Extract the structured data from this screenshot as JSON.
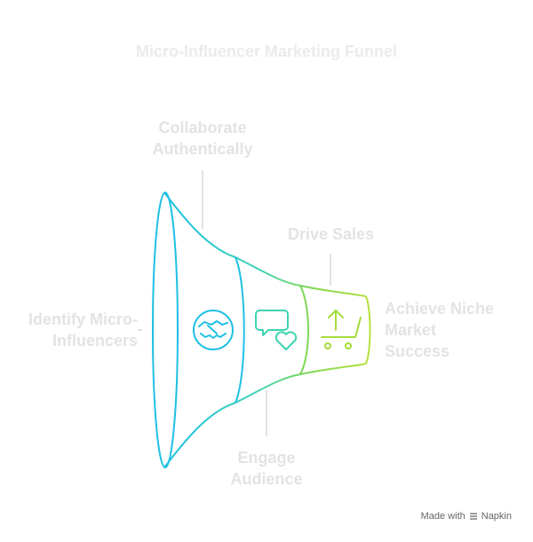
{
  "title": "Micro-Influencer Marketing Funnel",
  "stages": [
    {
      "id": "identify",
      "lines": [
        "Identify Micro-",
        "Influencers"
      ],
      "icon": "handshake-icon",
      "color": "#1ec0e4"
    },
    {
      "id": "collaborate",
      "lines": [
        "Collaborate",
        "Authentically"
      ],
      "icon": "none"
    },
    {
      "id": "engage",
      "lines": [
        "Engage",
        "Audience"
      ],
      "icon": "chat-heart-icon",
      "color": "#3fd3b0"
    },
    {
      "id": "drive",
      "lines": [
        "Drive Sales"
      ],
      "icon": "none"
    },
    {
      "id": "achieve",
      "lines": [
        "Achieve Niche",
        "Market",
        "Success"
      ],
      "icon": "cart-upload-icon",
      "color": "#a5dc3c"
    }
  ],
  "colors": {
    "cyan": "#1ec0e4",
    "teal": "#3fd3b0",
    "green": "#7ed957",
    "lime": "#b5e03c",
    "label": "#e3e3e3",
    "connector": "#d9d9d9"
  },
  "footer": {
    "prefix": "Made with",
    "brand": "Napkin"
  }
}
